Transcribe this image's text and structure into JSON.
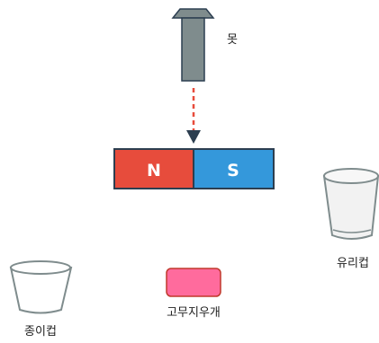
{
  "labels": {
    "nail": "못",
    "magnet_north": "N",
    "magnet_south": "S",
    "glass_cup": "유리컵",
    "paper_cup": "종이컵",
    "eraser": "고무지우개"
  },
  "colors": {
    "nail_body": "#7f8c8d",
    "nail_stroke": "#2c3e50",
    "arrow": "#e74c3c",
    "arrow_head": "#2c3e50",
    "magnet_north": "#e74c3c",
    "magnet_south": "#3498db",
    "magnet_stroke": "#2c3e50",
    "cup_stroke": "#7f8c8d",
    "glass_fill": "#f2f2f2",
    "eraser": "#ff6b9d",
    "eraser_stroke": "#c0392b"
  }
}
